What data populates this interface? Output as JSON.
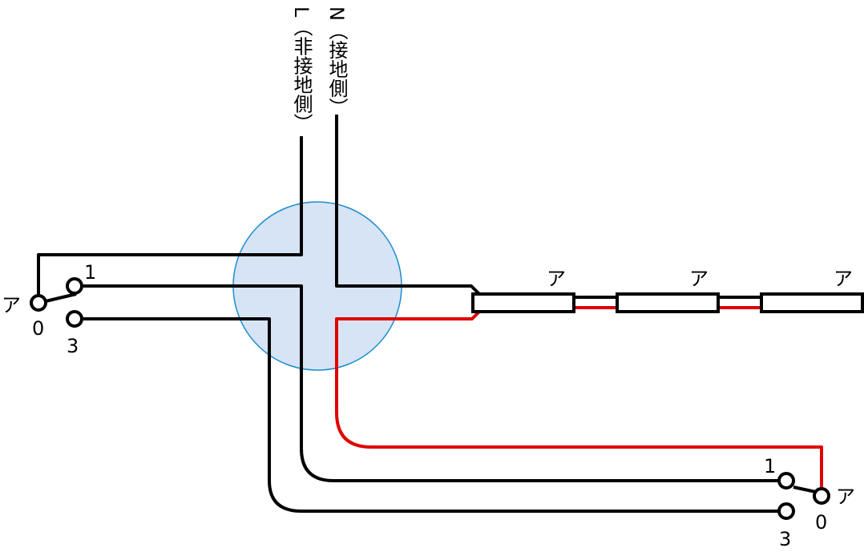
{
  "colors": {
    "wire": "#000000",
    "red_wire": "#e00000",
    "junction_fill": "#d6e4f5",
    "junction_stroke": "#1e8bd0"
  },
  "supply": {
    "line_label": "L（非接地側）",
    "neutral_label": "N（接地側）"
  },
  "switch_left": {
    "common_label": "0",
    "terminal_1_label": "1",
    "terminal_3_label": "3",
    "load_label": "ア"
  },
  "switch_right": {
    "common_label": "0",
    "terminal_1_label": "1",
    "terminal_3_label": "3",
    "load_label": "ア"
  },
  "lamps": [
    {
      "label": "ア"
    },
    {
      "label": "ア"
    },
    {
      "label": "ア"
    }
  ]
}
